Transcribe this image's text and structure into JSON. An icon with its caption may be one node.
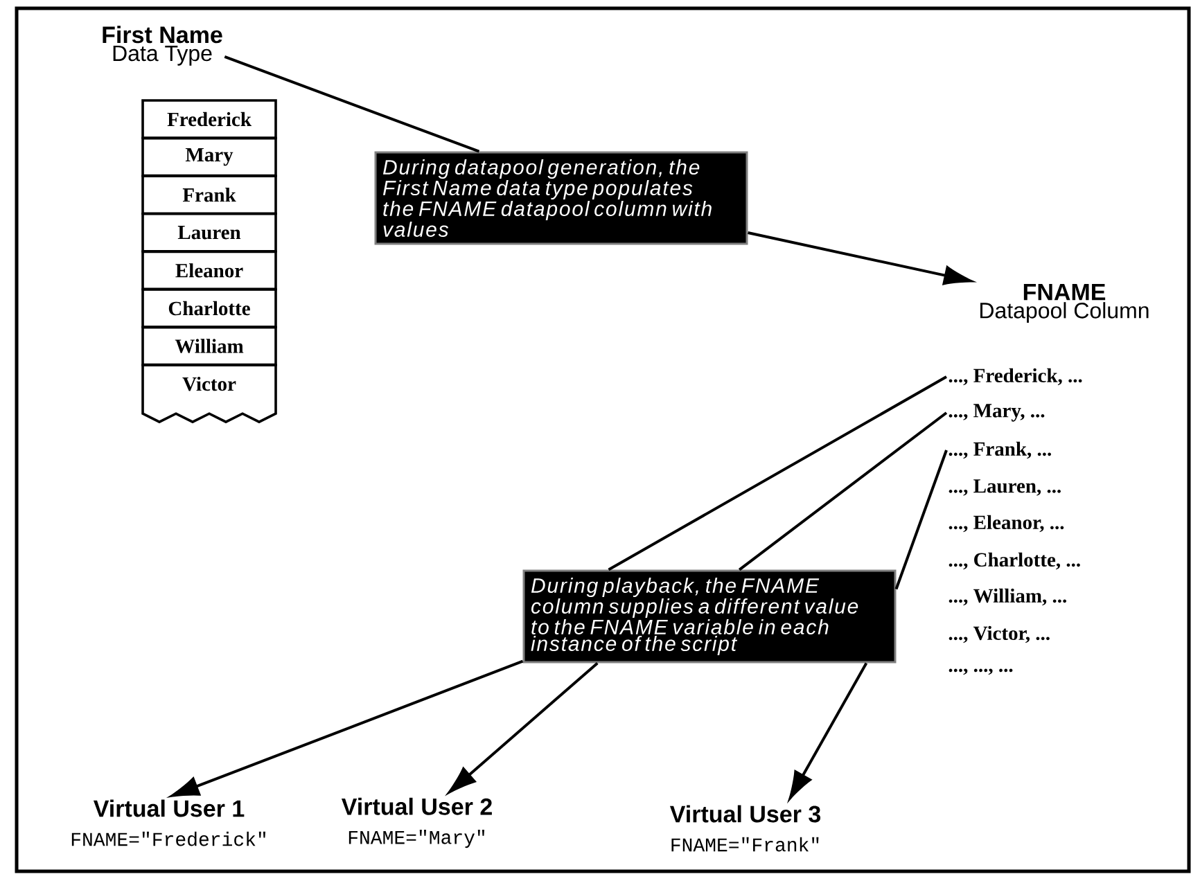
{
  "diagram": {
    "nodes": [
      {
        "text": [
          "First Name",
          "Data Type"
        ]
      },
      {
        "text": [
          "Frederick"
        ]
      },
      {
        "text": [
          "Mary"
        ]
      },
      {
        "text": [
          "Frank"
        ]
      },
      {
        "text": [
          "Lauren"
        ]
      },
      {
        "text": [
          "Eleanor"
        ]
      },
      {
        "text": [
          "Charlotte"
        ]
      },
      {
        "text": [
          "William"
        ]
      },
      {
        "text": [
          "Victor"
        ]
      },
      {
        "text": [
          "During datapool generation, the First Name data type populates the FNAME datapool column with values"
        ]
      },
      {
        "text": [
          "FNAME",
          "Datapool Column"
        ]
      },
      {
        "text": [
          "..., Frederick, ..."
        ]
      },
      {
        "text": [
          "..., Mary, ..."
        ]
      },
      {
        "text": [
          "..., Frank, ..."
        ]
      },
      {
        "text": [
          "..., Lauren, ..."
        ]
      },
      {
        "text": [
          "..., Eleanor, ..."
        ]
      },
      {
        "text": [
          "..., Charlotte, ..."
        ]
      },
      {
        "text": [
          "..., William, ..."
        ]
      },
      {
        "text": [
          "..., Victor, ..."
        ]
      },
      {
        "text": [
          "..., ..., ..."
        ]
      },
      {
        "text": [
          "During playback, the FNAME column supplies a different value to the FNAME variable in each instance of the script"
        ]
      },
      {
        "text": [
          "Virtual User 1",
          "FNAME=\"Frederick\""
        ]
      },
      {
        "text": [
          "Virtual User 2",
          "FNAME=\"Mary\""
        ]
      },
      {
        "text": [
          "Virtual User 3",
          "FNAME=\"Frank\""
        ]
      }
    ],
    "edges": [
      {
        "from": 0,
        "to": 9,
        "arrow": "none"
      },
      {
        "from": 9,
        "to": 10,
        "arrow": "to"
      },
      {
        "from": 11,
        "to": 20,
        "arrow": "none"
      },
      {
        "from": 12,
        "to": 20,
        "arrow": "none"
      },
      {
        "from": 13,
        "to": 20,
        "arrow": "none"
      },
      {
        "from": 20,
        "to": 21,
        "arrow": "to"
      },
      {
        "from": 20,
        "to": 22,
        "arrow": "to"
      },
      {
        "from": 20,
        "to": 23,
        "arrow": "to"
      }
    ]
  }
}
